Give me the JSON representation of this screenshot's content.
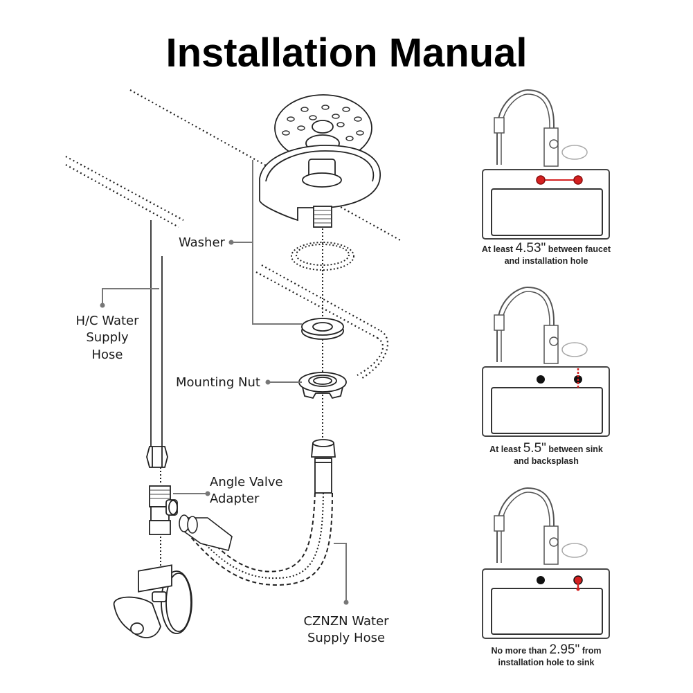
{
  "title": "Installation Manual",
  "exploded_view": {
    "labels": {
      "washer": "Washer",
      "hc_hose_line1": "H/C Water",
      "hc_hose_line2": "Supply",
      "hc_hose_line3": "Hose",
      "mounting_nut": "Mounting Nut",
      "angle_valve_line1": "Angle Valve",
      "angle_valve_line2": "Adapter",
      "czn_hose_line1": "CZNZN Water",
      "czn_hose_line2": "Supply Hose"
    },
    "parts": [
      "rinser-head",
      "washer",
      "mounting-nut",
      "h-c-water-supply-hose",
      "angle-valve-adapter",
      "angle-valve",
      "cznzn-water-supply-hose"
    ]
  },
  "requirements": [
    {
      "prefix": "At least",
      "value": "4.53\"",
      "suffix": "between faucet",
      "line2": "and installation hole",
      "highlight": "faucet-to-hole distance"
    },
    {
      "prefix": "At least",
      "value": "5.5\"",
      "suffix": "between sink",
      "line2": "and backsplash",
      "highlight": "hole to backsplash"
    },
    {
      "prefix": "No more than",
      "value": "2.95\"",
      "suffix": "from",
      "line2": "installation hole to sink",
      "highlight": "hole to sink edge"
    }
  ],
  "colors": {
    "highlight_red": "#d42020",
    "line_gray": "#777777",
    "ink": "#111111"
  }
}
